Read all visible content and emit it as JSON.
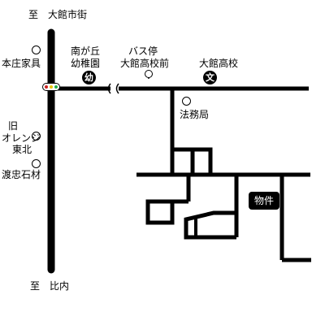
{
  "directions": {
    "north": "至　大館市街",
    "south": "至　比内"
  },
  "landmarks": {
    "motojo_kagu": "本庄家具",
    "minamigaoka_line1": "南が丘",
    "minamigaoka_line2": "幼稚園",
    "bus_stop_line1": "バス停",
    "bus_stop_line2": "大館高校前",
    "odate_high": "大館高校",
    "homukyoku": "法務局",
    "orange_line1": "旧",
    "orange_line2": "オレンジ",
    "orange_line3": "東北",
    "watachu": "渡忠石材"
  },
  "icons": {
    "kindergarten_glyph": "幼",
    "school_glyph": "文",
    "kindergarten_icon": "kindergarten-icon",
    "school_icon": "school-icon",
    "bus_stop_icon": "bus-stop-icon",
    "traffic_signal_icon": "traffic-signal-icon"
  },
  "property": {
    "label": "物件"
  },
  "colors": {
    "road": "#000000",
    "background": "#ffffff",
    "signal_red": "#cc2222",
    "signal_yellow": "#e8c200",
    "signal_green": "#22aa44"
  }
}
